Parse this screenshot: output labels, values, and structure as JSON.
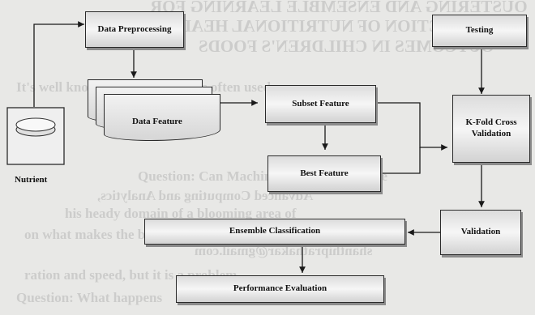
{
  "diagram": {
    "nodes": {
      "data_preprocessing": "Data Preprocessing",
      "data_feature": "Data Feature",
      "nutrient": "Nutrient",
      "subset_feature": "Subset Feature",
      "best_feature": "Best Feature",
      "testing": "Testing",
      "kfold": "K-Fold Cross Validation",
      "validation": "Validation",
      "ensemble": "Ensemble Classification",
      "performance": "Performance Evaluation"
    }
  },
  "background_bleed": {
    "title_line_1": "OUSTERING AND ENSEMBLE LEARNING FOR",
    "title_line_2": "PREDICTION OF NUTRITIONAL HEAL",
    "title_line_3": "OUTCOMES IN CHILDREN'S FOODS",
    "affiliation": "Advanced Computing and Analytics,",
    "email": "shanthiprathakar@gmail.com",
    "line_a": "It's well known that clustering is often used",
    "line_b": "Question: Can Machines Learn to Explore",
    "line_c": "his heady domain of a blooming area of",
    "line_d": "on what makes the best and different",
    "line_e": "ration and speed, but it is a problem",
    "line_f": "Question: What happens"
  }
}
